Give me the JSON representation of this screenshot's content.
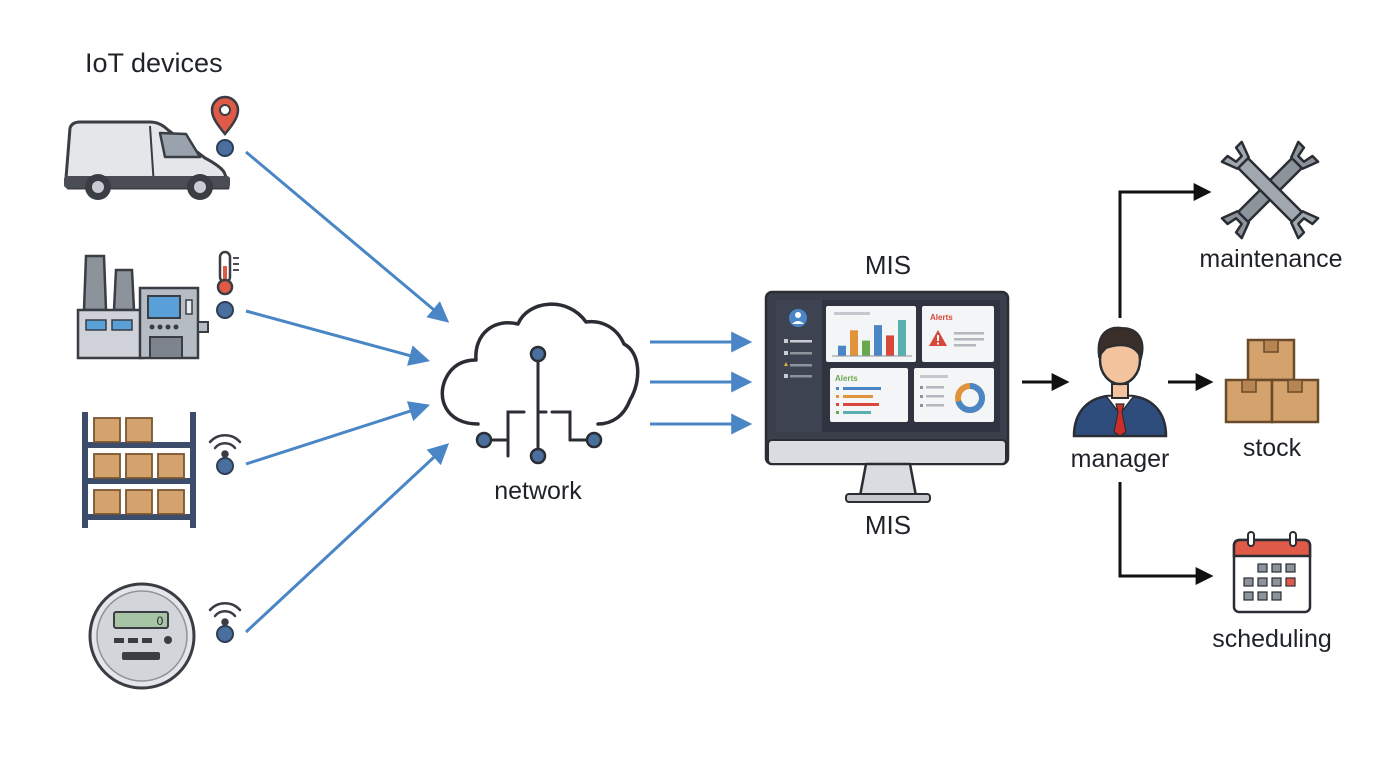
{
  "heading": "IoT devices",
  "devices": [
    {
      "id": "van",
      "icon": "delivery-van-icon",
      "sensor_icon": "location-pin-icon"
    },
    {
      "id": "factory",
      "icon": "factory-icon",
      "sensor_icon": "thermometer-icon"
    },
    {
      "id": "warehouse",
      "icon": "warehouse-shelf-icon",
      "sensor_icon": "wifi-icon"
    },
    {
      "id": "meter",
      "icon": "smart-meter-icon",
      "sensor_icon": "wifi-icon",
      "meter_reading": "0"
    }
  ],
  "network": {
    "label": "network",
    "icon": "cloud-network-icon"
  },
  "mis": {
    "label_top": "MIS",
    "label_bottom": "MIS",
    "icon": "computer-monitor-icon",
    "dashboard": {
      "alerts_title_1": "Alerts",
      "alerts_title_2": "Alerts",
      "bar_chart_values": [
        2,
        5,
        3,
        6,
        4,
        7
      ],
      "donut_fraction": 0.7
    }
  },
  "manager": {
    "label": "manager",
    "icon": "businessman-icon"
  },
  "outcomes": [
    {
      "label": "maintenance",
      "icon": "wrench-icon"
    },
    {
      "label": "stock",
      "icon": "boxes-icon"
    },
    {
      "label": "scheduling",
      "icon": "calendar-icon"
    }
  ],
  "colors": {
    "arrow_blue": "#4a86c5",
    "arrow_black": "#111111",
    "node_blue": "#4a6f9e",
    "alert_red": "#d9473a",
    "box_brown": "#d3a26d",
    "shelf_blue": "#3c4d6b",
    "dashboard_dark": "#3a3f4b"
  }
}
